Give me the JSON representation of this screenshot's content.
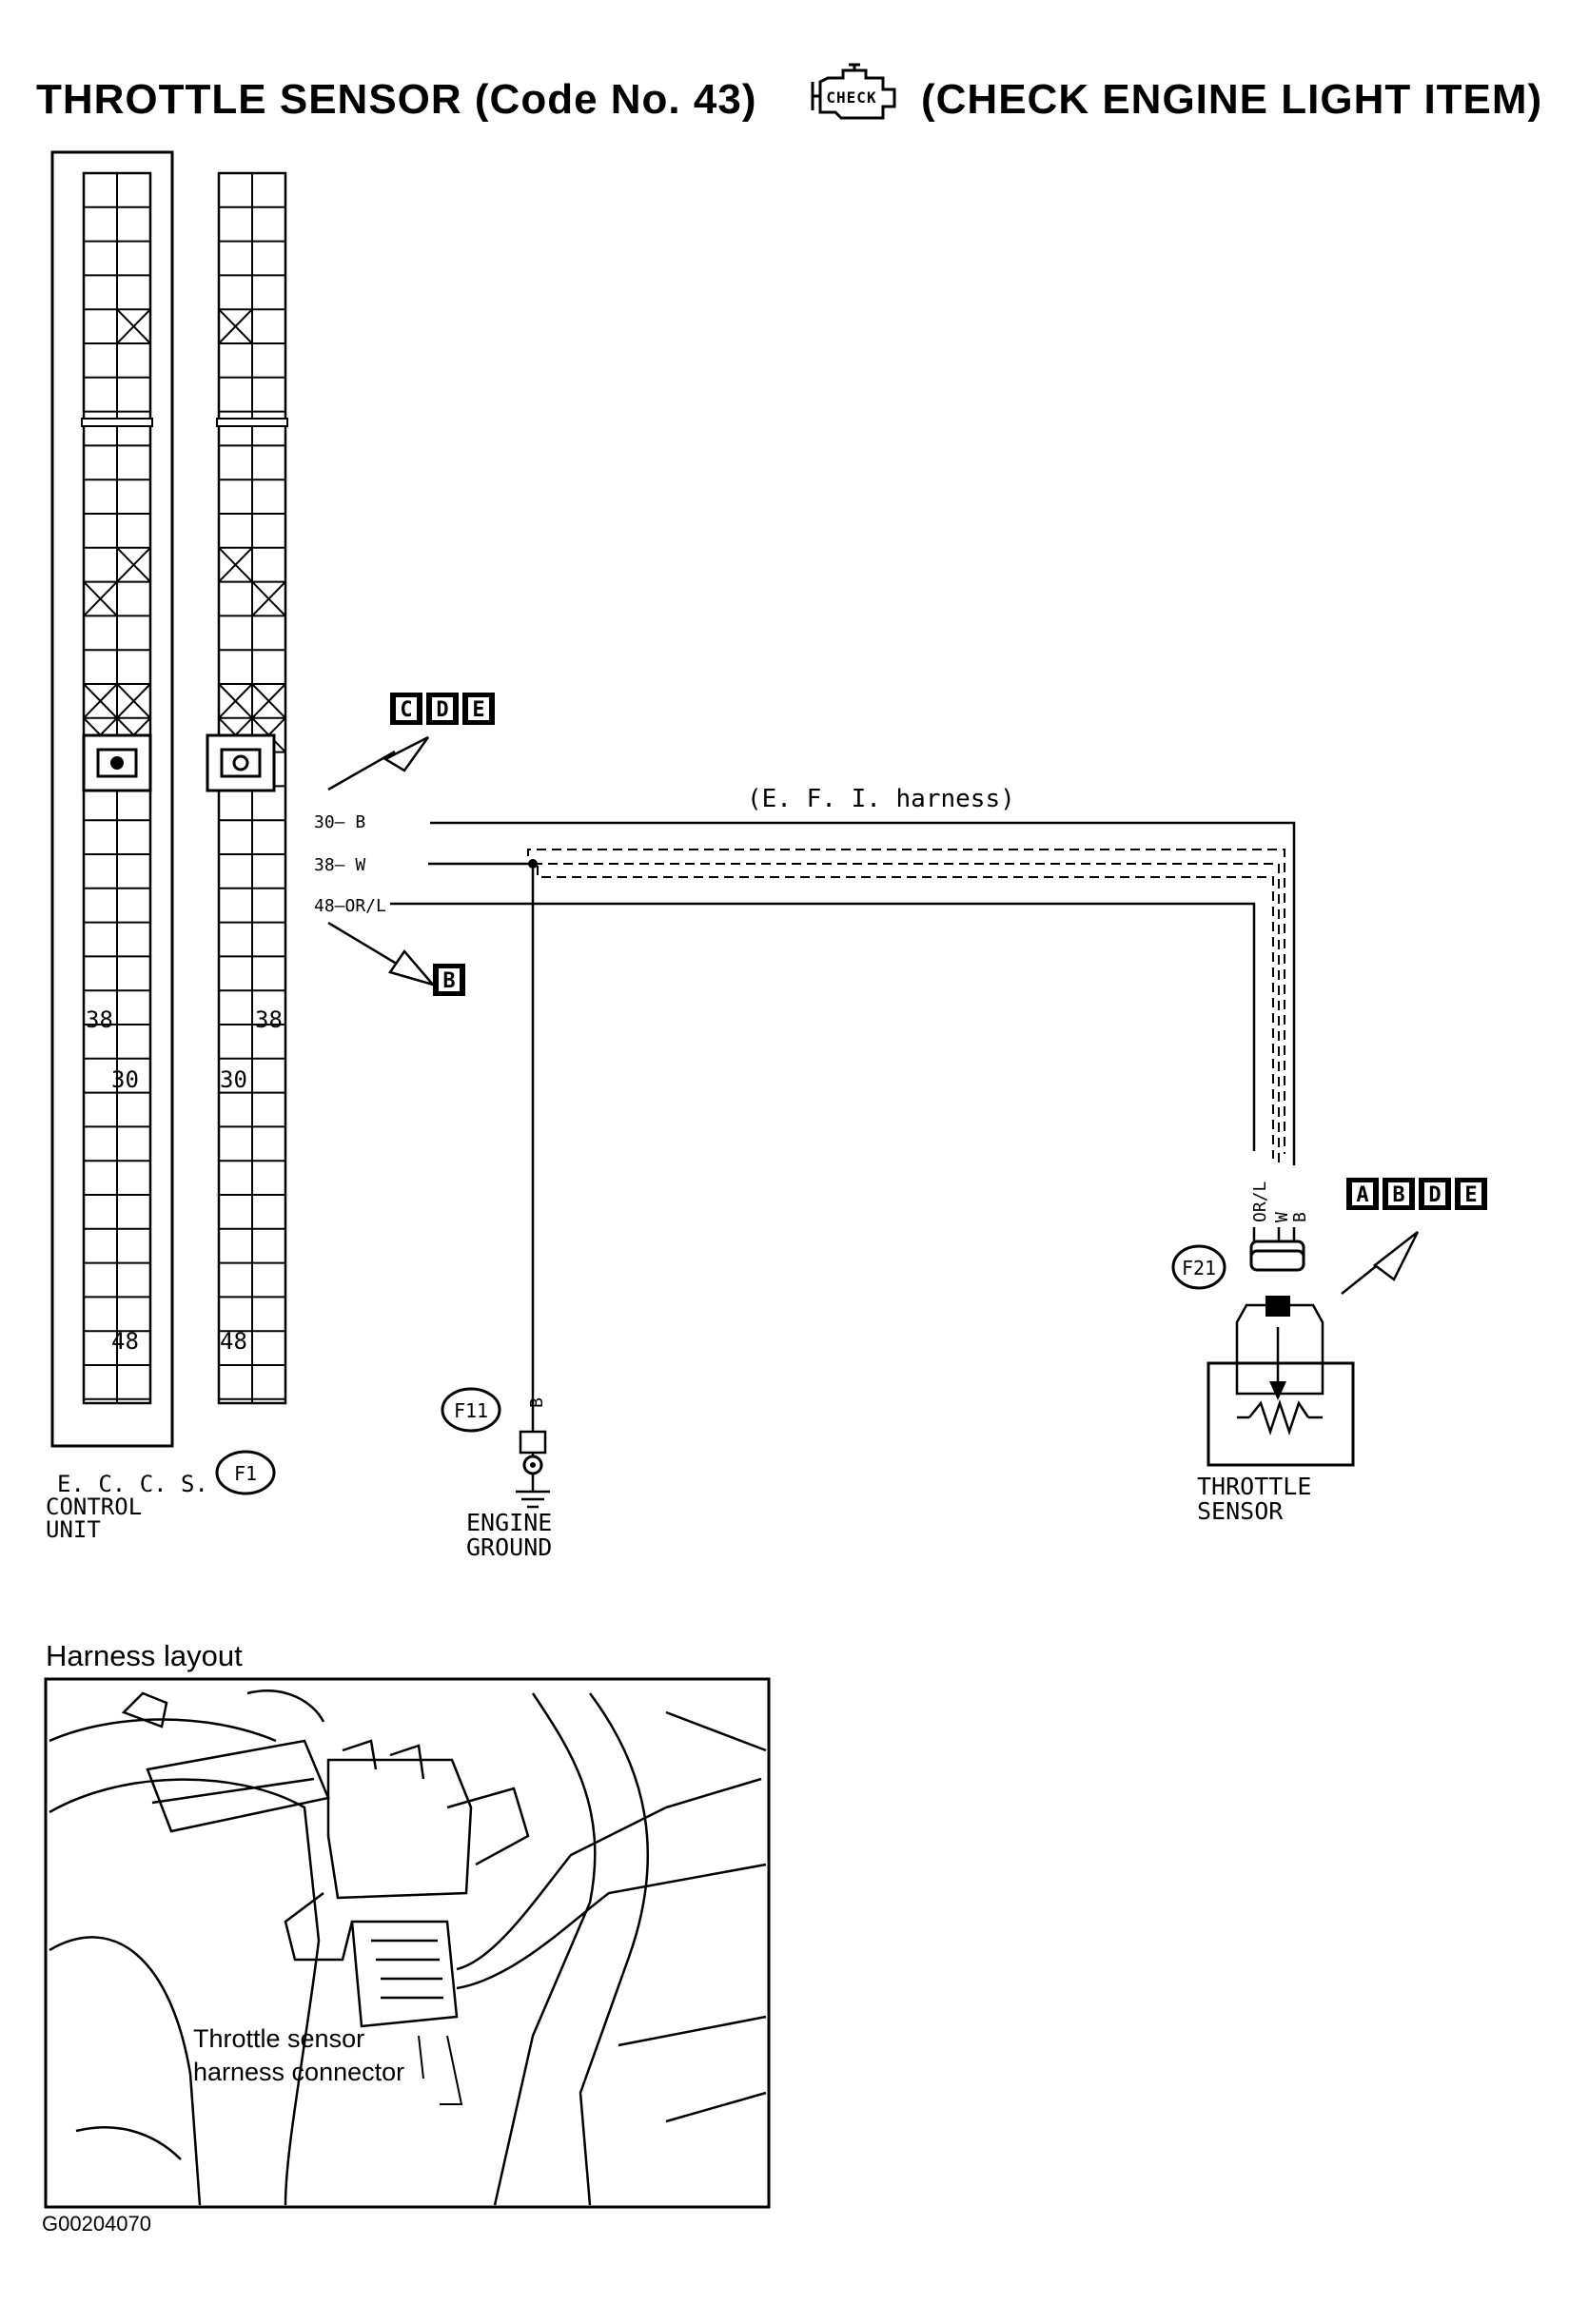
{
  "title": {
    "left": "THROTTLE  SENSOR  (Code No. 43)",
    "icon_text": "CHECK",
    "right": "(CHECK  ENGINE  LIGHT  ITEM)"
  },
  "connectors": {
    "eccs_label_line1": "E. C. C. S.",
    "eccs_label_line2": "CONTROL",
    "eccs_label_line3": "UNIT",
    "f1": "F1",
    "f11": "F11",
    "f21": "F21",
    "pins": [
      "38",
      "30",
      "48"
    ]
  },
  "wires": {
    "pin30": "30— B",
    "pin38": "38— W",
    "pin48": "48—OR/L",
    "harness": "(E. F. I.  harness)",
    "sensor_wires": [
      "OR/L",
      "W",
      "B"
    ],
    "ground_wire": "B"
  },
  "badges": {
    "group_top": [
      "C",
      "D",
      "E"
    ],
    "group_mid": [
      "B"
    ],
    "group_right": [
      "A",
      "B",
      "D",
      "E"
    ]
  },
  "components": {
    "engine_ground_1": "ENGINE",
    "engine_ground_2": "GROUND",
    "throttle_sensor_1": "THROTTLE",
    "throttle_sensor_2": "SENSOR"
  },
  "layout_photo": {
    "heading": "Harness layout",
    "callout_1": "Throttle sensor",
    "callout_2": "harness connector"
  },
  "footer": {
    "code": "G00204070"
  }
}
